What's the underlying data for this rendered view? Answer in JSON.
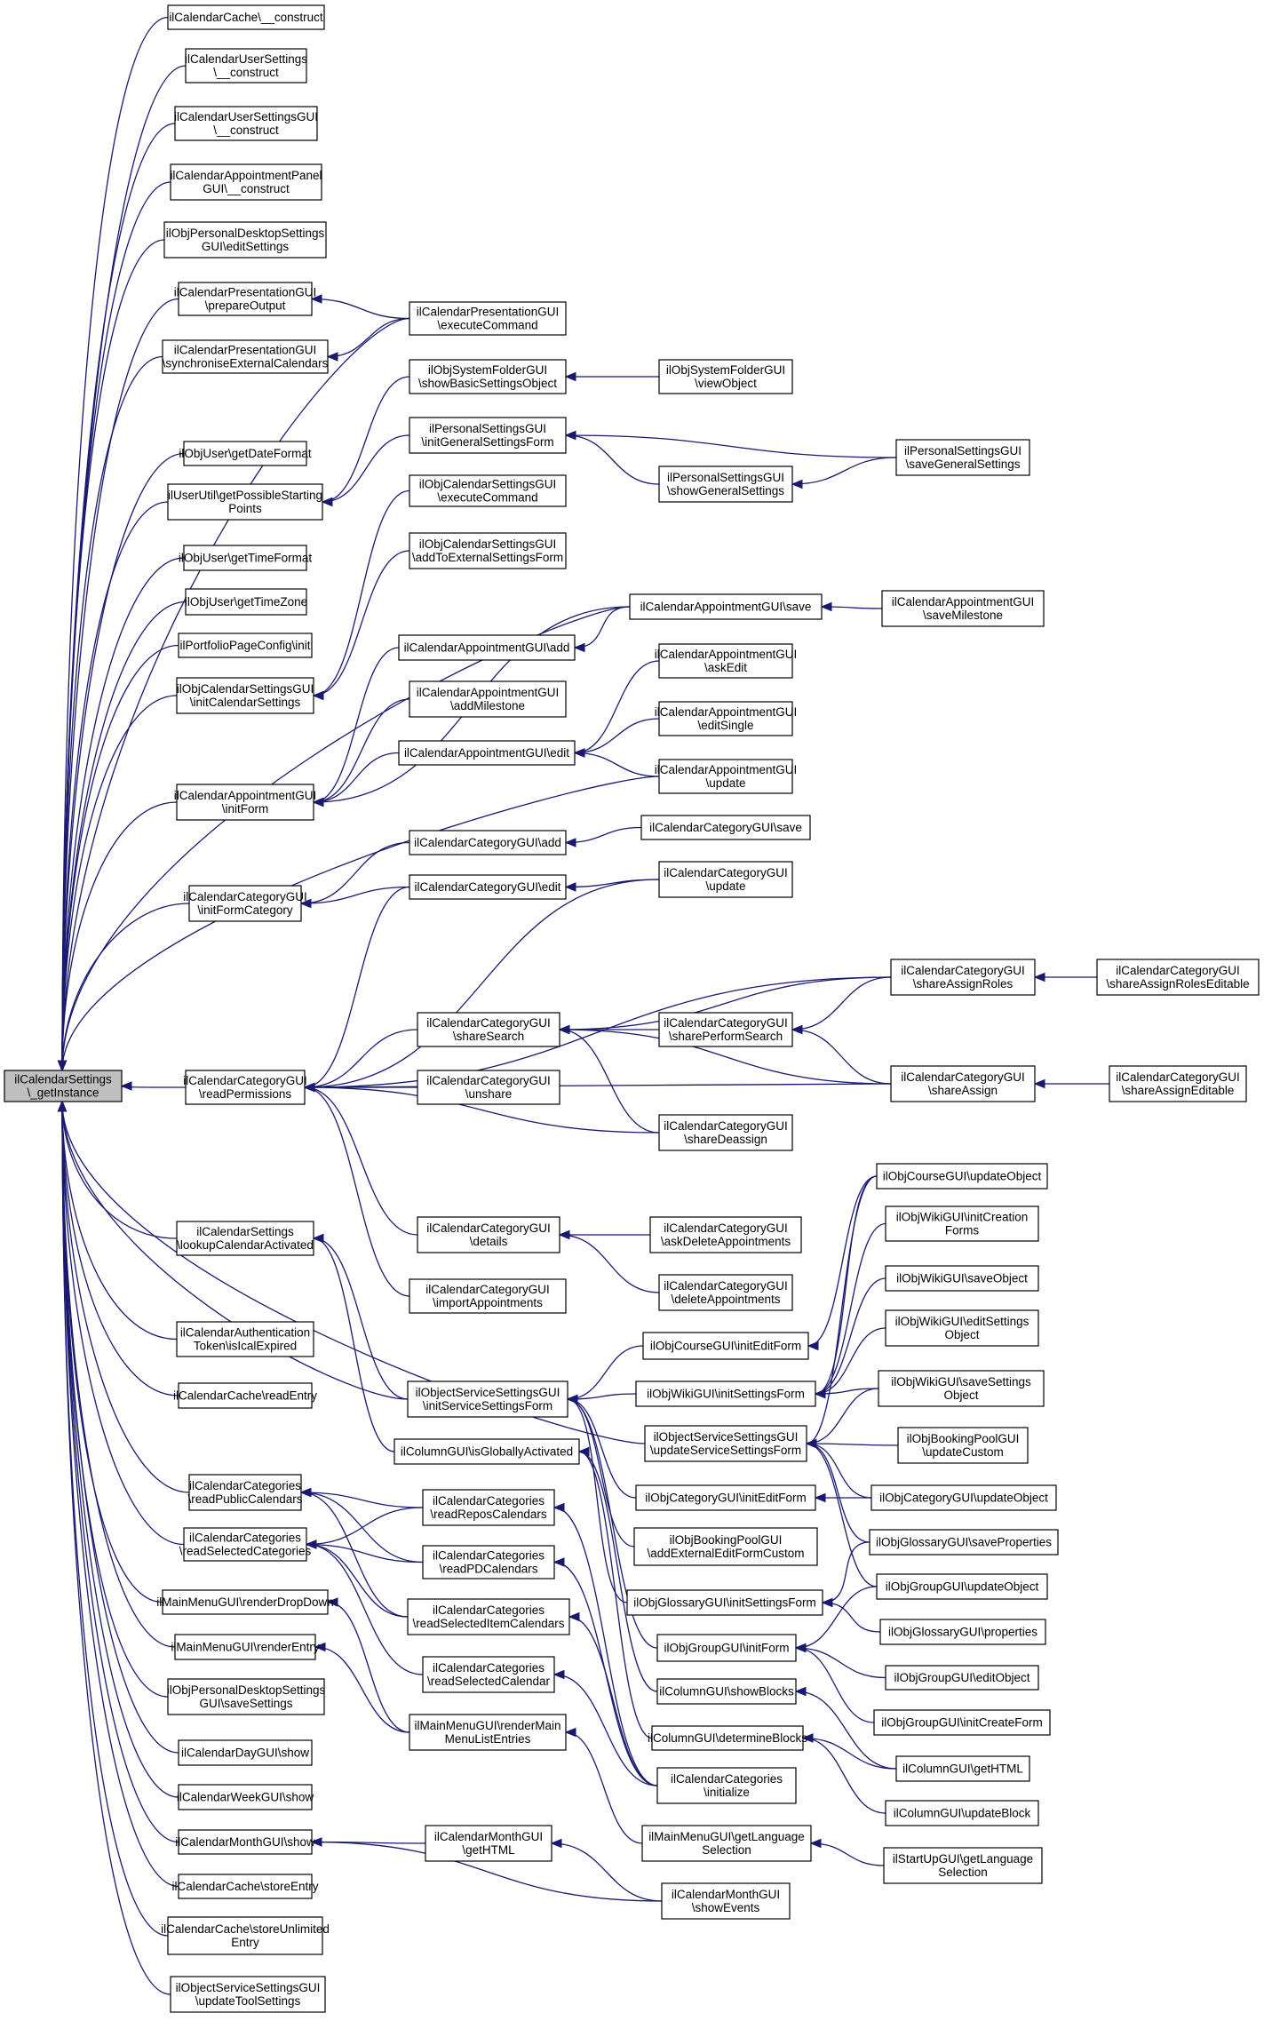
{
  "root": "n0",
  "colors": {
    "edge": "#191970",
    "node_border": "#000000",
    "root_fill": "#bfbfbf",
    "node_fill": "#ffffff"
  },
  "nodes": [
    {
      "id": "n0",
      "lines": [
        "ilCalendarSettings",
        "\\_getInstance"
      ]
    },
    {
      "id": "n1",
      "lines": [
        "ilCalendarCache\\__construct"
      ]
    },
    {
      "id": "n2",
      "lines": [
        "ilCalendarUserSettings",
        "\\__construct"
      ]
    },
    {
      "id": "n3",
      "lines": [
        "ilCalendarUserSettingsGUI",
        "\\__construct"
      ]
    },
    {
      "id": "n4",
      "lines": [
        "ilCalendarAppointmentPanel",
        "GUI\\__construct"
      ]
    },
    {
      "id": "n5",
      "lines": [
        "ilObjPersonalDesktopSettings",
        "GUI\\editSettings"
      ]
    },
    {
      "id": "n6",
      "lines": [
        "ilCalendarPresentationGUI",
        "\\prepareOutput"
      ]
    },
    {
      "id": "n7",
      "lines": [
        "ilCalendarPresentationGUI",
        "\\synchroniseExternalCalendars"
      ]
    },
    {
      "id": "n8",
      "lines": [
        "ilObjUser\\getDateFormat"
      ]
    },
    {
      "id": "n9",
      "lines": [
        "ilUserUtil\\getPossibleStarting",
        "Points"
      ]
    },
    {
      "id": "n10",
      "lines": [
        "ilObjUser\\getTimeFormat"
      ]
    },
    {
      "id": "n11",
      "lines": [
        "ilObjUser\\getTimeZone"
      ]
    },
    {
      "id": "n12",
      "lines": [
        "ilPortfolioPageConfig\\init"
      ]
    },
    {
      "id": "n13",
      "lines": [
        "ilObjCalendarSettingsGUI",
        "\\initCalendarSettings"
      ]
    },
    {
      "id": "n14",
      "lines": [
        "ilCalendarAppointmentGUI",
        "\\initForm"
      ]
    },
    {
      "id": "n15",
      "lines": [
        "ilCalendarCategoryGUI",
        "\\initFormCategory"
      ]
    },
    {
      "id": "n16",
      "lines": [
        "ilCalendarCategoryGUI",
        "\\readPermissions"
      ]
    },
    {
      "id": "n17",
      "lines": [
        "ilCalendarSettings",
        "\\lookupCalendarActivated"
      ]
    },
    {
      "id": "n18",
      "lines": [
        "ilCalendarAuthentication",
        "Token\\isIcalExpired"
      ]
    },
    {
      "id": "n19",
      "lines": [
        "ilCalendarCache\\readEntry"
      ]
    },
    {
      "id": "n20",
      "lines": [
        "ilCalendarCategories",
        "\\readPublicCalendars"
      ]
    },
    {
      "id": "n21",
      "lines": [
        "ilCalendarCategories",
        "\\readSelectedCategories"
      ]
    },
    {
      "id": "n22",
      "lines": [
        "ilMainMenuGUI\\renderDropDown"
      ]
    },
    {
      "id": "n23",
      "lines": [
        "ilMainMenuGUI\\renderEntry"
      ]
    },
    {
      "id": "n24",
      "lines": [
        "ilObjPersonalDesktopSettings",
        "GUI\\saveSettings"
      ]
    },
    {
      "id": "n25",
      "lines": [
        "ilCalendarDayGUI\\show"
      ]
    },
    {
      "id": "n26",
      "lines": [
        "ilCalendarWeekGUI\\show"
      ]
    },
    {
      "id": "n27",
      "lines": [
        "ilCalendarMonthGUI\\show"
      ]
    },
    {
      "id": "n28",
      "lines": [
        "ilCalendarCache\\storeEntry"
      ]
    },
    {
      "id": "n29",
      "lines": [
        "ilCalendarCache\\storeUnlimited",
        "Entry"
      ]
    },
    {
      "id": "n30",
      "lines": [
        "ilObjectServiceSettingsGUI",
        "\\updateToolSettings"
      ]
    },
    {
      "id": "n31",
      "lines": [
        "ilCalendarPresentationGUI",
        "\\executeCommand"
      ]
    },
    {
      "id": "n32",
      "lines": [
        "ilObjSystemFolderGUI",
        "\\showBasicSettingsObject"
      ]
    },
    {
      "id": "n33",
      "lines": [
        "ilPersonalSettingsGUI",
        "\\initGeneralSettingsForm"
      ]
    },
    {
      "id": "n34",
      "lines": [
        "ilObjCalendarSettingsGUI",
        "\\executeCommand"
      ]
    },
    {
      "id": "n35",
      "lines": [
        "ilObjCalendarSettingsGUI",
        "\\addToExternalSettingsForm"
      ]
    },
    {
      "id": "n36",
      "lines": [
        "ilCalendarAppointmentGUI\\add"
      ]
    },
    {
      "id": "n37",
      "lines": [
        "ilCalendarAppointmentGUI",
        "\\addMilestone"
      ]
    },
    {
      "id": "n38",
      "lines": [
        "ilCalendarAppointmentGUI\\edit"
      ]
    },
    {
      "id": "n39",
      "lines": [
        "ilCalendarCategoryGUI\\add"
      ]
    },
    {
      "id": "n40",
      "lines": [
        "ilCalendarCategoryGUI\\edit"
      ]
    },
    {
      "id": "n41",
      "lines": [
        "ilCalendarCategoryGUI",
        "\\shareSearch"
      ]
    },
    {
      "id": "n42",
      "lines": [
        "ilCalendarCategoryGUI",
        "\\unshare"
      ]
    },
    {
      "id": "n43",
      "lines": [
        "ilCalendarCategoryGUI",
        "\\details"
      ]
    },
    {
      "id": "n44",
      "lines": [
        "ilCalendarCategoryGUI",
        "\\importAppointments"
      ]
    },
    {
      "id": "n45",
      "lines": [
        "ilObjectServiceSettingsGUI",
        "\\initServiceSettingsForm"
      ]
    },
    {
      "id": "n46",
      "lines": [
        "ilColumnGUI\\isGloballyActivated"
      ]
    },
    {
      "id": "n47",
      "lines": [
        "ilCalendarCategories",
        "\\readReposCalendars"
      ]
    },
    {
      "id": "n48",
      "lines": [
        "ilCalendarCategories",
        "\\readPDCalendars"
      ]
    },
    {
      "id": "n49",
      "lines": [
        "ilCalendarCategories",
        "\\readSelectedItemCalendars"
      ]
    },
    {
      "id": "n50",
      "lines": [
        "ilCalendarCategories",
        "\\readSelectedCalendar"
      ]
    },
    {
      "id": "n51",
      "lines": [
        "ilMainMenuGUI\\renderMain",
        "MenuListEntries"
      ]
    },
    {
      "id": "n52",
      "lines": [
        "ilCalendarMonthGUI",
        "\\getHTML"
      ]
    },
    {
      "id": "n53",
      "lines": [
        "ilObjSystemFolderGUI",
        "\\viewObject"
      ]
    },
    {
      "id": "n54",
      "lines": [
        "ilPersonalSettingsGUI",
        "\\showGeneralSettings"
      ]
    },
    {
      "id": "n55",
      "lines": [
        "ilCalendarAppointmentGUI\\save"
      ]
    },
    {
      "id": "n56",
      "lines": [
        "ilCalendarAppointmentGUI",
        "\\askEdit"
      ]
    },
    {
      "id": "n57",
      "lines": [
        "ilCalendarAppointmentGUI",
        "\\editSingle"
      ]
    },
    {
      "id": "n58",
      "lines": [
        "ilCalendarAppointmentGUI",
        "\\update"
      ]
    },
    {
      "id": "n59",
      "lines": [
        "ilCalendarCategoryGUI\\save"
      ]
    },
    {
      "id": "n60",
      "lines": [
        "ilCalendarCategoryGUI",
        "\\update"
      ]
    },
    {
      "id": "n61",
      "lines": [
        "ilCalendarCategoryGUI",
        "\\sharePerformSearch"
      ]
    },
    {
      "id": "n62",
      "lines": [
        "ilCalendarCategoryGUI",
        "\\shareDeassign"
      ]
    },
    {
      "id": "n63",
      "lines": [
        "ilCalendarCategoryGUI",
        "\\askDeleteAppointments"
      ]
    },
    {
      "id": "n64",
      "lines": [
        "ilCalendarCategoryGUI",
        "\\deleteAppointments"
      ]
    },
    {
      "id": "n65",
      "lines": [
        "ilObjCourseGUI\\initEditForm"
      ]
    },
    {
      "id": "n66",
      "lines": [
        "ilObjWikiGUI\\initSettingsForm"
      ]
    },
    {
      "id": "n67",
      "lines": [
        "ilObjectServiceSettingsGUI",
        "\\updateServiceSettingsForm"
      ]
    },
    {
      "id": "n68",
      "lines": [
        "ilObjCategoryGUI\\initEditForm"
      ]
    },
    {
      "id": "n69",
      "lines": [
        "ilObjBookingPoolGUI",
        "\\addExternalEditFormCustom"
      ]
    },
    {
      "id": "n70",
      "lines": [
        "ilObjGlossaryGUI\\initSettingsForm"
      ]
    },
    {
      "id": "n71",
      "lines": [
        "ilObjGroupGUI\\initForm"
      ]
    },
    {
      "id": "n72",
      "lines": [
        "ilColumnGUI\\showBlocks"
      ]
    },
    {
      "id": "n73",
      "lines": [
        "ilColumnGUI\\determineBlocks"
      ]
    },
    {
      "id": "n74",
      "lines": [
        "ilCalendarCategories",
        "\\initialize"
      ]
    },
    {
      "id": "n75",
      "lines": [
        "ilMainMenuGUI\\getLanguage",
        "Selection"
      ]
    },
    {
      "id": "n76",
      "lines": [
        "ilCalendarMonthGUI",
        "\\showEvents"
      ]
    },
    {
      "id": "n77",
      "lines": [
        "ilPersonalSettingsGUI",
        "\\saveGeneralSettings"
      ]
    },
    {
      "id": "n78",
      "lines": [
        "ilCalendarAppointmentGUI",
        "\\saveMilestone"
      ]
    },
    {
      "id": "n79",
      "lines": [
        "ilCalendarCategoryGUI",
        "\\shareAssignRoles"
      ]
    },
    {
      "id": "n80",
      "lines": [
        "ilCalendarCategoryGUI",
        "\\shareAssign"
      ]
    },
    {
      "id": "n81",
      "lines": [
        "ilObjCourseGUI\\updateObject"
      ]
    },
    {
      "id": "n82",
      "lines": [
        "ilObjWikiGUI\\initCreation",
        "Forms"
      ]
    },
    {
      "id": "n83",
      "lines": [
        "ilObjWikiGUI\\saveObject"
      ]
    },
    {
      "id": "n84",
      "lines": [
        "ilObjWikiGUI\\editSettings",
        "Object"
      ]
    },
    {
      "id": "n85",
      "lines": [
        "ilObjWikiGUI\\saveSettings",
        "Object"
      ]
    },
    {
      "id": "n86",
      "lines": [
        "ilObjBookingPoolGUI",
        "\\updateCustom"
      ]
    },
    {
      "id": "n87",
      "lines": [
        "ilObjCategoryGUI\\updateObject"
      ]
    },
    {
      "id": "n88",
      "lines": [
        "ilObjGlossaryGUI\\saveProperties"
      ]
    },
    {
      "id": "n89",
      "lines": [
        "ilObjGroupGUI\\updateObject"
      ]
    },
    {
      "id": "n90",
      "lines": [
        "ilObjGlossaryGUI\\properties"
      ]
    },
    {
      "id": "n91",
      "lines": [
        "ilObjGroupGUI\\editObject"
      ]
    },
    {
      "id": "n92",
      "lines": [
        "ilObjGroupGUI\\initCreateForm"
      ]
    },
    {
      "id": "n93",
      "lines": [
        "ilColumnGUI\\getHTML"
      ]
    },
    {
      "id": "n94",
      "lines": [
        "ilColumnGUI\\updateBlock"
      ]
    },
    {
      "id": "n95",
      "lines": [
        "ilStartUpGUI\\getLanguage",
        "Selection"
      ]
    },
    {
      "id": "n96",
      "lines": [
        "ilCalendarCategoryGUI",
        "\\shareAssignRolesEditable"
      ]
    },
    {
      "id": "n97",
      "lines": [
        "ilCalendarCategoryGUI",
        "\\shareAssignEditable"
      ]
    }
  ],
  "edges": [
    [
      "n0",
      "n1"
    ],
    [
      "n0",
      "n2"
    ],
    [
      "n0",
      "n3"
    ],
    [
      "n0",
      "n4"
    ],
    [
      "n0",
      "n5"
    ],
    [
      "n0",
      "n6"
    ],
    [
      "n0",
      "n7"
    ],
    [
      "n0",
      "n31"
    ],
    [
      "n0",
      "n8"
    ],
    [
      "n0",
      "n9"
    ],
    [
      "n0",
      "n10"
    ],
    [
      "n0",
      "n11"
    ],
    [
      "n0",
      "n12"
    ],
    [
      "n0",
      "n13"
    ],
    [
      "n0",
      "n55"
    ],
    [
      "n0",
      "n14"
    ],
    [
      "n0",
      "n58"
    ],
    [
      "n0",
      "n15"
    ],
    [
      "n0",
      "n16"
    ],
    [
      "n0",
      "n17"
    ],
    [
      "n0",
      "n18"
    ],
    [
      "n0",
      "n19"
    ],
    [
      "n0",
      "n20"
    ],
    [
      "n0",
      "n21"
    ],
    [
      "n0",
      "n22"
    ],
    [
      "n0",
      "n23"
    ],
    [
      "n0",
      "n24"
    ],
    [
      "n0",
      "n25"
    ],
    [
      "n0",
      "n26"
    ],
    [
      "n0",
      "n27"
    ],
    [
      "n0",
      "n28"
    ],
    [
      "n0",
      "n29"
    ],
    [
      "n0",
      "n30"
    ],
    [
      "n0",
      "n45"
    ],
    [
      "n0",
      "n67"
    ],
    [
      "n6",
      "n31"
    ],
    [
      "n7",
      "n31"
    ],
    [
      "n9",
      "n32"
    ],
    [
      "n9",
      "n33"
    ],
    [
      "n32",
      "n53"
    ],
    [
      "n33",
      "n54"
    ],
    [
      "n33",
      "n77"
    ],
    [
      "n54",
      "n77"
    ],
    [
      "n13",
      "n34"
    ],
    [
      "n13",
      "n35"
    ],
    [
      "n14",
      "n36"
    ],
    [
      "n14",
      "n37"
    ],
    [
      "n14",
      "n38"
    ],
    [
      "n14",
      "n55"
    ],
    [
      "n36",
      "n55"
    ],
    [
      "n38",
      "n56"
    ],
    [
      "n38",
      "n57"
    ],
    [
      "n38",
      "n58"
    ],
    [
      "n55",
      "n78"
    ],
    [
      "n15",
      "n39"
    ],
    [
      "n15",
      "n40"
    ],
    [
      "n39",
      "n59"
    ],
    [
      "n40",
      "n60"
    ],
    [
      "n16",
      "n41"
    ],
    [
      "n16",
      "n42"
    ],
    [
      "n16",
      "n43"
    ],
    [
      "n16",
      "n44"
    ],
    [
      "n16",
      "n40"
    ],
    [
      "n16",
      "n60"
    ],
    [
      "n16",
      "n79"
    ],
    [
      "n16",
      "n80"
    ],
    [
      "n16",
      "n62"
    ],
    [
      "n41",
      "n61"
    ],
    [
      "n41",
      "n79"
    ],
    [
      "n41",
      "n80"
    ],
    [
      "n41",
      "n62"
    ],
    [
      "n61",
      "n79"
    ],
    [
      "n61",
      "n80"
    ],
    [
      "n79",
      "n96"
    ],
    [
      "n80",
      "n97"
    ],
    [
      "n43",
      "n63"
    ],
    [
      "n43",
      "n64"
    ],
    [
      "n17",
      "n45"
    ],
    [
      "n17",
      "n46"
    ],
    [
      "n45",
      "n65"
    ],
    [
      "n45",
      "n66"
    ],
    [
      "n45",
      "n68"
    ],
    [
      "n45",
      "n69"
    ],
    [
      "n45",
      "n70"
    ],
    [
      "n45",
      "n71"
    ],
    [
      "n65",
      "n81"
    ],
    [
      "n66",
      "n81"
    ],
    [
      "n66",
      "n82"
    ],
    [
      "n66",
      "n83"
    ],
    [
      "n66",
      "n84"
    ],
    [
      "n66",
      "n85"
    ],
    [
      "n67",
      "n81"
    ],
    [
      "n67",
      "n85"
    ],
    [
      "n67",
      "n86"
    ],
    [
      "n67",
      "n87"
    ],
    [
      "n67",
      "n88"
    ],
    [
      "n67",
      "n89"
    ],
    [
      "n68",
      "n87"
    ],
    [
      "n70",
      "n88"
    ],
    [
      "n70",
      "n90"
    ],
    [
      "n71",
      "n89"
    ],
    [
      "n71",
      "n91"
    ],
    [
      "n71",
      "n92"
    ],
    [
      "n46",
      "n72"
    ],
    [
      "n46",
      "n73"
    ],
    [
      "n72",
      "n93"
    ],
    [
      "n73",
      "n93"
    ],
    [
      "n73",
      "n94"
    ],
    [
      "n20",
      "n47"
    ],
    [
      "n20",
      "n48"
    ],
    [
      "n20",
      "n49"
    ],
    [
      "n21",
      "n47"
    ],
    [
      "n21",
      "n48"
    ],
    [
      "n21",
      "n49"
    ],
    [
      "n21",
      "n50"
    ],
    [
      "n47",
      "n74"
    ],
    [
      "n48",
      "n74"
    ],
    [
      "n49",
      "n74"
    ],
    [
      "n50",
      "n74"
    ],
    [
      "n22",
      "n51"
    ],
    [
      "n23",
      "n51"
    ],
    [
      "n51",
      "n75"
    ],
    [
      "n75",
      "n95"
    ],
    [
      "n27",
      "n52"
    ],
    [
      "n27",
      "n76"
    ],
    [
      "n52",
      "n76"
    ]
  ]
}
